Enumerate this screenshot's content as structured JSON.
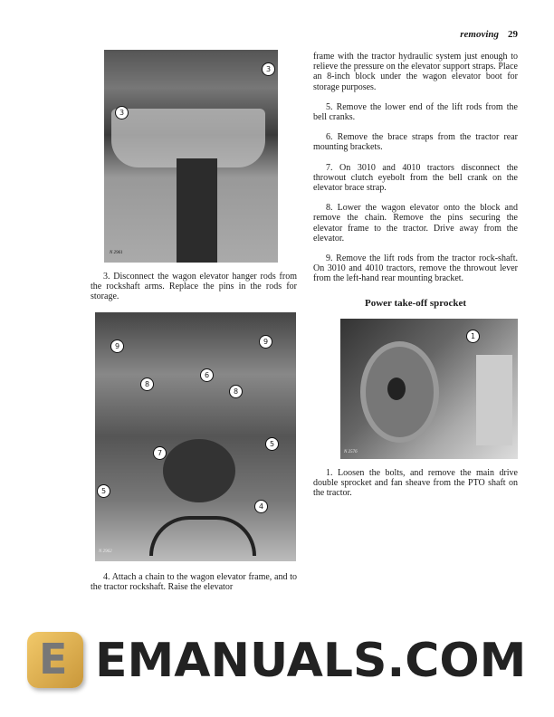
{
  "header": {
    "section": "removing",
    "page_number": "29"
  },
  "figures": [
    {
      "id": "N 2961",
      "callouts": [
        "3",
        "3"
      ]
    },
    {
      "id": "N 2962",
      "callouts": [
        "9",
        "9",
        "8",
        "8",
        "6",
        "7",
        "5",
        "5",
        "4"
      ]
    },
    {
      "id": "N 2576",
      "callouts": [
        "1"
      ]
    }
  ],
  "left_column": {
    "step3": "3. Disconnect the wagon elevator hanger rods from the rockshaft arms. Replace the pins in the rods for storage.",
    "step4": "4. Attach a chain to the wagon elevator frame, and to the tractor rockshaft. Raise the elevator"
  },
  "right_column": {
    "continuation": "frame with the tractor hydraulic system just enough to relieve the pressure on the elevator support straps. Place an 8-inch block under the wagon elevator boot for storage purposes.",
    "step5": "5. Remove the lower end of the lift rods from the bell cranks.",
    "step6": "6. Remove the brace straps from the tractor rear mounting brackets.",
    "step7": "7. On 3010 and 4010 tractors disconnect the throwout clutch eyebolt from the bell crank on the elevator brace strap.",
    "step8": "8. Lower the wagon elevator onto the block and remove the chain. Remove the pins securing the elevator frame to the tractor. Drive away from the elevator.",
    "step9": "9. Remove the lift rods from the tractor rock-shaft. On 3010 and 4010 tractors, remove the throwout lever from the left-hand rear mounting bracket.",
    "heading": "Power take-off sprocket",
    "pto_step1": "1. Loosen the bolts, and remove the main drive double sprocket and fan sheave from the PTO shaft on the tractor."
  },
  "watermark": {
    "text": "EMANUALS.COM",
    "logo_letter": "E",
    "logo_color": "#e0b050"
  }
}
